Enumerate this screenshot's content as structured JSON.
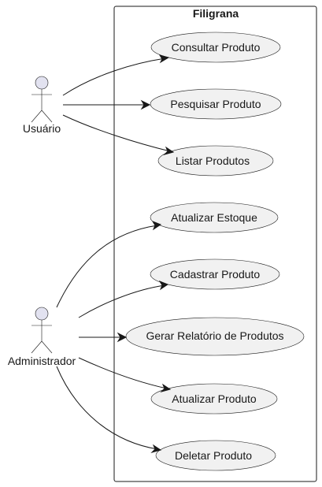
{
  "system": {
    "title": "Filigrana"
  },
  "actors": {
    "user": {
      "label": "Usuário"
    },
    "admin": {
      "label": "Administrador"
    }
  },
  "use_cases": {
    "consultar": "Consultar Produto",
    "pesquisar": "Pesquisar Produto",
    "listar": "Listar Produtos",
    "estoque": "Atualizar Estoque",
    "cadastrar": "Cadastrar Produto",
    "relatorio": "Gerar Relatório de Produtos",
    "atualizar": "Atualizar Produto",
    "deletar": "Deletar Produto"
  },
  "colors": {
    "line": "#181818",
    "use_case_fill": "#f1f1f1",
    "actor_fill": "#e2e2f0",
    "background": "#ffffff"
  }
}
